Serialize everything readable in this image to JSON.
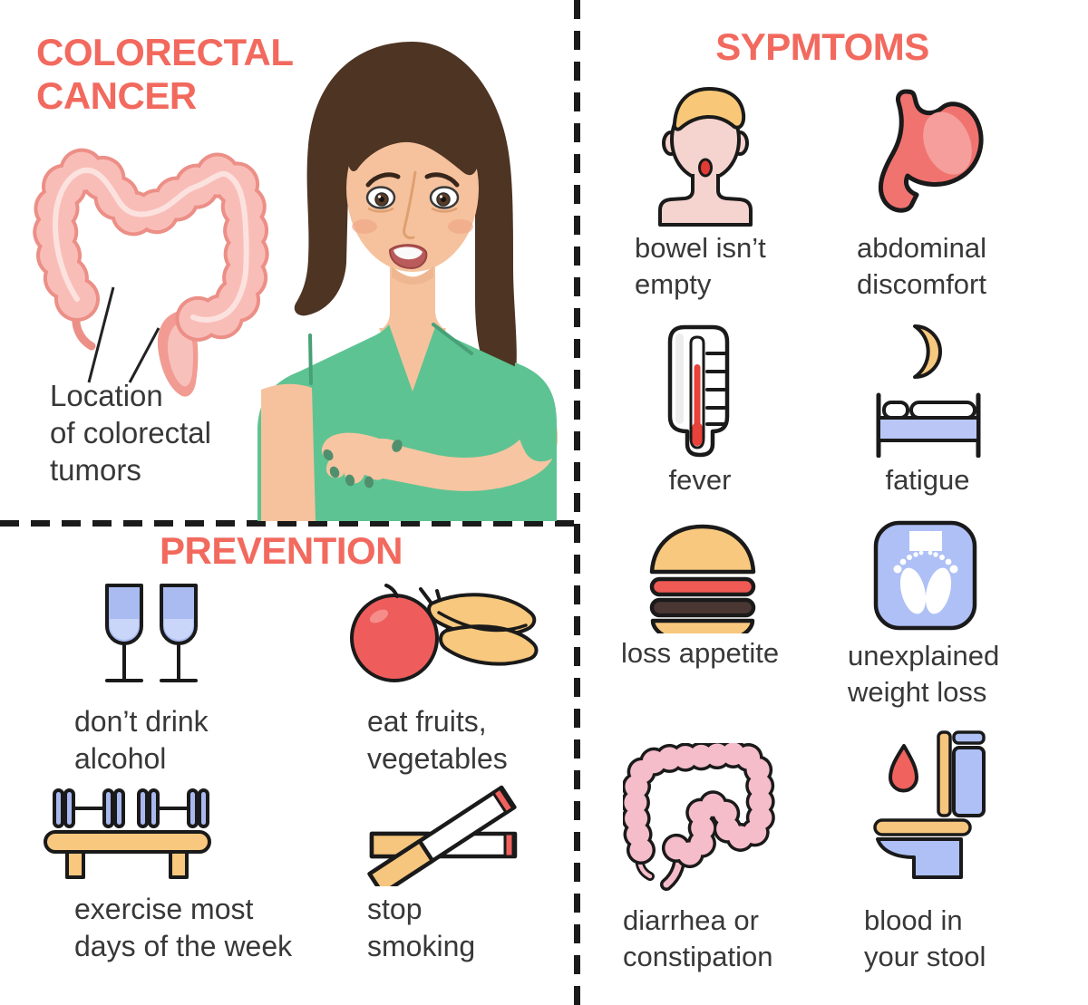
{
  "colors": {
    "accent": "#F2695E",
    "text": "#383838",
    "divider": "#1b1b1b",
    "pink": "#F9BDB8",
    "pink_outline": "#EC8F87",
    "rose": "#F5BCCA",
    "blue": "#AEC0F5",
    "tan": "#F6C57E",
    "red": "#EE5D5C",
    "green_shirt": "#5EC392",
    "skin": "#F6C29E"
  },
  "header": {
    "title": "COLORECTAL\nCANCER"
  },
  "diagram": {
    "caption": "Location\nof colorectal\ntumors",
    "icon": "colon-diagram-icon"
  },
  "illustration": {
    "icon": "worried-woman-illustration"
  },
  "prevention": {
    "title": "PREVENTION",
    "items": [
      {
        "icon": "wine-glasses-icon",
        "label": "don’t drink\nalcohol"
      },
      {
        "icon": "fruits-icon",
        "label": "eat fruits,\nvegetables"
      },
      {
        "icon": "exercise-bench-icon",
        "label": "exercise most\ndays of the week"
      },
      {
        "icon": "cigarettes-icon",
        "label": "stop\nsmoking"
      }
    ]
  },
  "symptoms": {
    "title": "SYPMTOMS",
    "items": [
      {
        "icon": "person-open-mouth-icon",
        "label": "bowel isn’t\nempty"
      },
      {
        "icon": "stomach-icon",
        "label": "abdominal\ndiscomfort"
      },
      {
        "icon": "thermometer-icon",
        "label": "fever"
      },
      {
        "icon": "moon-bed-icon",
        "label": "fatigue"
      },
      {
        "icon": "burger-icon",
        "label": "loss appetite"
      },
      {
        "icon": "weight-scale-icon",
        "label": "unexplained\nweight loss"
      },
      {
        "icon": "colon-icon",
        "label": "diarrhea or\nconstipation"
      },
      {
        "icon": "toilet-blood-icon",
        "label": "blood in\nyour stool"
      }
    ]
  }
}
